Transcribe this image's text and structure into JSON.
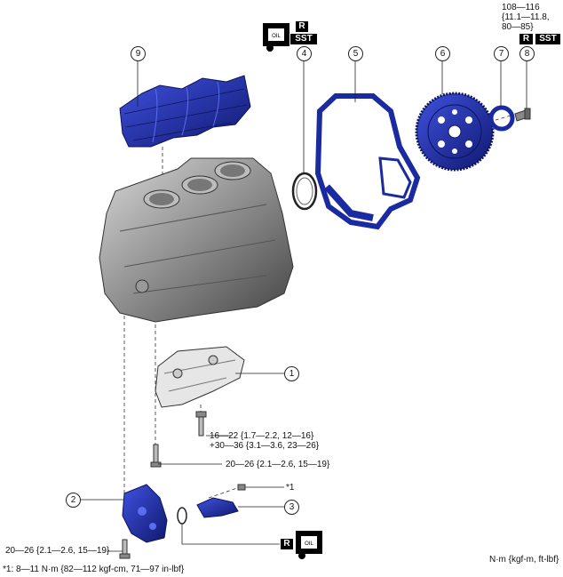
{
  "callouts": [
    "9",
    "4",
    "5",
    "6",
    "7",
    "8",
    "1",
    "2",
    "3"
  ],
  "badges": {
    "top_r": "R",
    "top_sst": "SST",
    "right_r": "R",
    "right_sst": "SST",
    "bottom_r": "R"
  },
  "oil_icon_text": "OIL",
  "torque": {
    "bolt8_line1": "108—116",
    "bolt8_line2": "{11.1—11.8,",
    "bolt8_line3": "80—85}",
    "part1_line1": "16—22 {1.7—2.2, 12—16}",
    "part1_line2": "+30—36 {3.1—3.6, 23—26}",
    "bolt_mid": "20—26 {2.1—2.6, 15—19}",
    "star1": "*1",
    "bolt_left": "20—26 {2.1—2.6, 15—19}",
    "footnote": "*1: 8—11 N·m {82—112 kgf-cm, 71—97 in-lbf}",
    "units": "N·m {kgf-m, ft-lbf}"
  },
  "colors": {
    "part_blue": "#2233bb",
    "part_blue_dark": "#10186e",
    "engine_gray": "#9a9a9a",
    "engine_dark": "#555555",
    "line": "#222222"
  }
}
